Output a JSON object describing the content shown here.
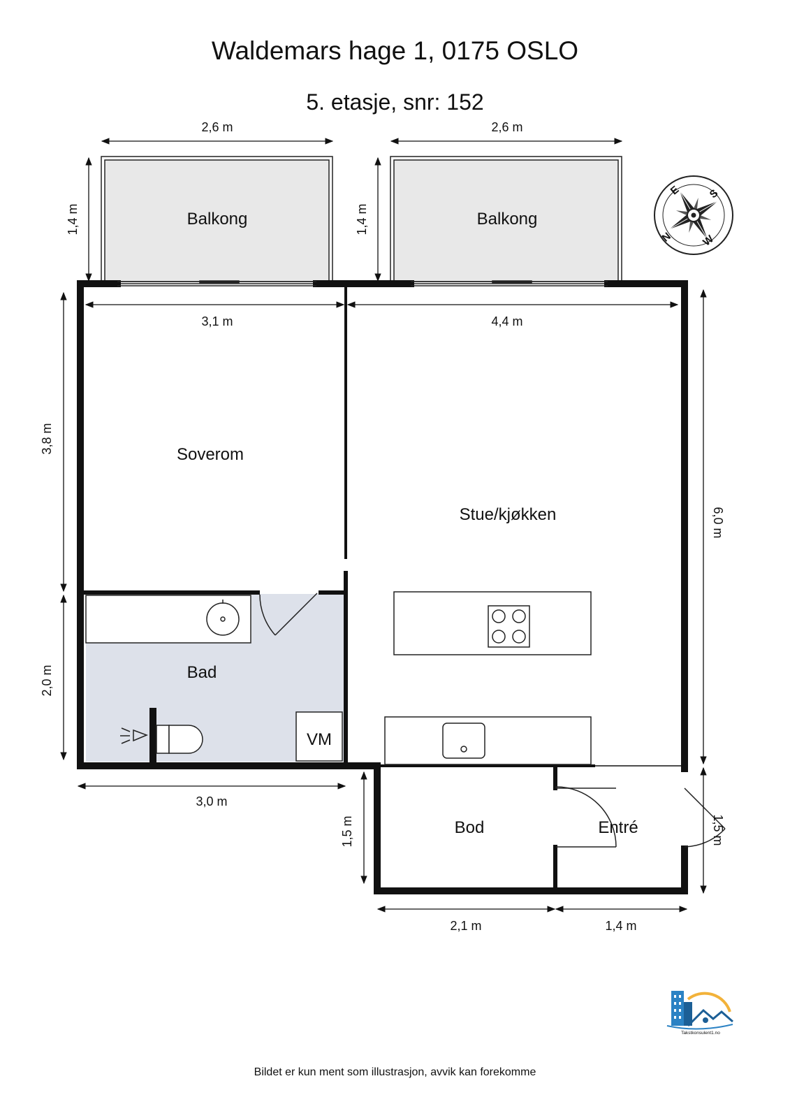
{
  "header": {
    "address": "Waldemars hage 1, 0175 OSLO",
    "floor": "5. etasje, snr: 152"
  },
  "rooms": {
    "balcony_left": "Balkong",
    "balcony_right": "Balkong",
    "bedroom": "Soverom",
    "living_kitchen": "Stue/kjøkken",
    "bathroom": "Bad",
    "washing_machine": "VM",
    "storage": "Bod",
    "entrance": "Entré"
  },
  "dimensions": {
    "balcony_left_width": "2,6 m",
    "balcony_right_width": "2,6 m",
    "balcony_left_depth": "1,4 m",
    "balcony_right_depth": "1,4 m",
    "bedroom_width": "3,1 m",
    "living_width": "4,4 m",
    "bedroom_depth": "3,8 m",
    "bathroom_depth": "2,0 m",
    "living_depth": "6,0 m",
    "bathroom_width": "3,0 m",
    "storage_depth": "1,5 m",
    "entrance_depth": "1,5 m",
    "storage_width": "2,1 m",
    "entrance_width": "1,4  m"
  },
  "compass": {
    "letters": [
      "S",
      "E",
      "N",
      "W"
    ]
  },
  "logo": {
    "text": "Takstkonsulent1.no"
  },
  "footer": {
    "note": "Bildet er kun ment som illustrasjon, avvik kan forekomme"
  }
}
